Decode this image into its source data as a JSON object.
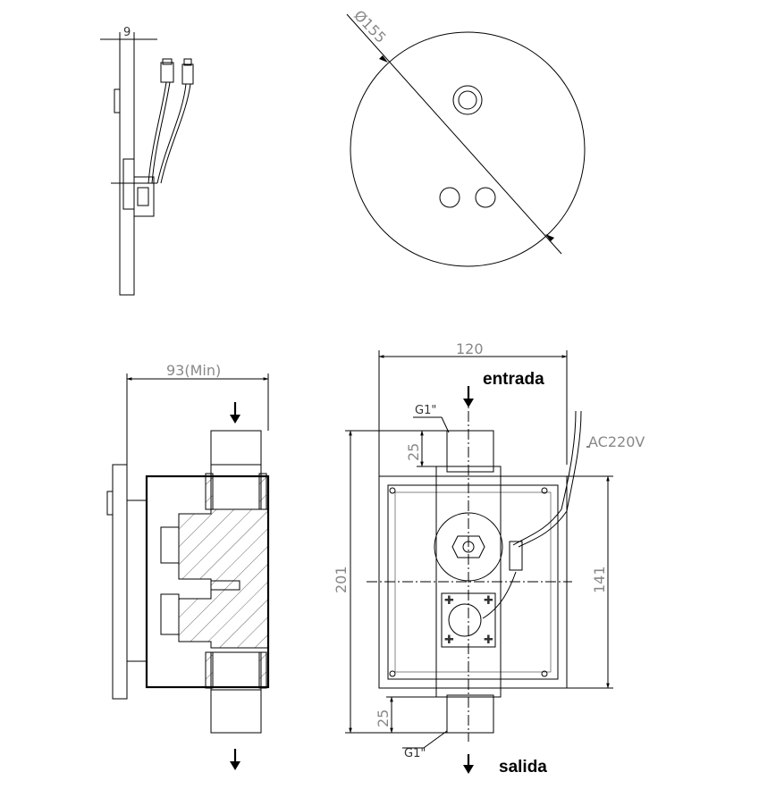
{
  "labels": {
    "inlet": "entrada",
    "outlet": "salida",
    "power": "AC220V"
  },
  "dimensions": {
    "diameter": "Ø155",
    "top_thickness": "9",
    "depth": "93(Min)",
    "width": "120",
    "height": "201",
    "inner_height": "141",
    "thread_top": "G1\"",
    "thread_bottom": "G1\"",
    "thread_len_top": "25",
    "thread_len_bottom": "25"
  }
}
